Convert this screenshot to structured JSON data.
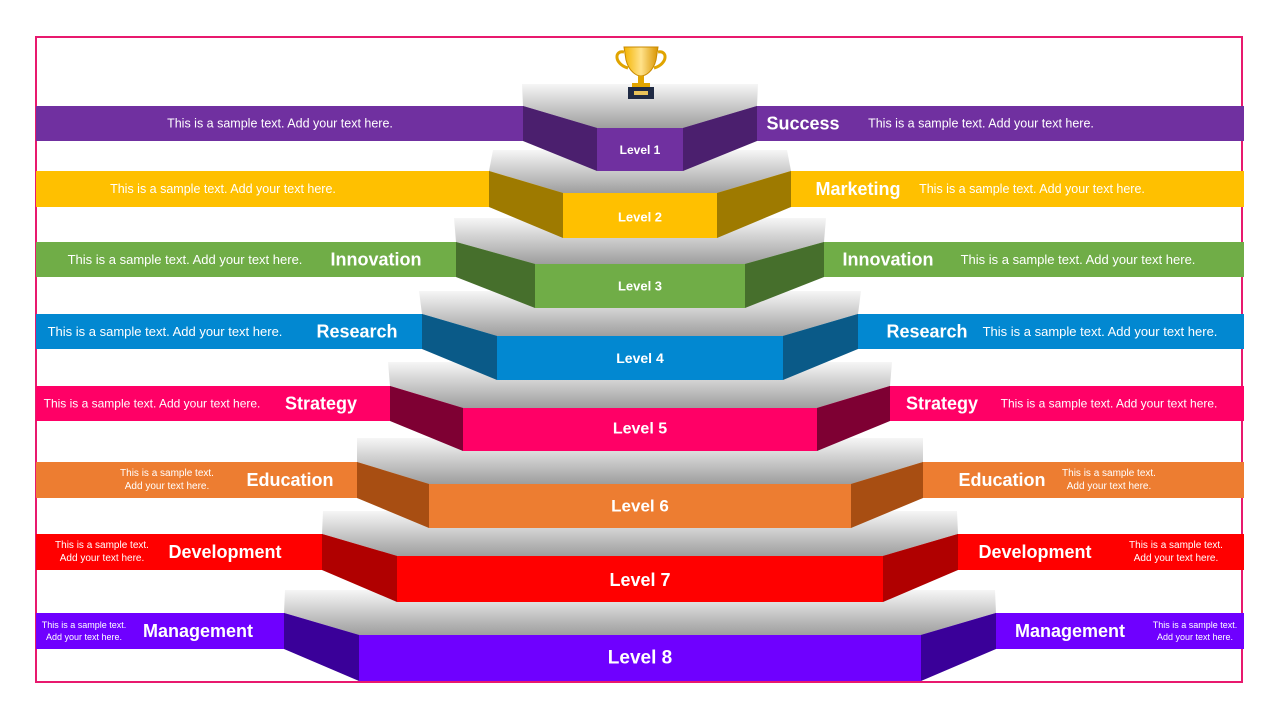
{
  "frame_color": "#E8196E",
  "icon": "trophy-icon",
  "levels": [
    {
      "level_label": "Level 1",
      "left_title": "",
      "left_text": "This is a sample text. Add your text here.",
      "right_title": "Success",
      "right_text": "This is a sample text. Add your text here.",
      "color": "#7030A0",
      "dark": "#4B1F6E"
    },
    {
      "level_label": "Level 2",
      "left_title": "",
      "left_text": "This is a sample text. Add your text here.",
      "right_title": "Marketing",
      "right_text": "This is a sample text. Add your text here.",
      "color": "#FFC000",
      "dark": "#9E7A00"
    },
    {
      "level_label": "Level 3",
      "left_title": "Innovation",
      "left_text": "This is a sample text. Add your text here.",
      "right_title": "Innovation",
      "right_text": "This is a sample text. Add your text here.",
      "color": "#70AD47",
      "dark": "#466F2C"
    },
    {
      "level_label": "Level 4",
      "left_title": "Research",
      "left_text": "This is a sample text. Add your text here.",
      "right_title": "Research",
      "right_text": "This is a sample text. Add your text here.",
      "color": "#0288D1",
      "dark": "#0A5A88"
    },
    {
      "level_label": "Level 5",
      "left_title": "Strategy",
      "left_text": "This is a sample text.  Add your text  here.",
      "right_title": "Strategy",
      "right_text": "This is a sample text.  Add your text  here.",
      "color": "#FF0066",
      "dark": "#7E0033"
    },
    {
      "level_label": "Level 6",
      "left_title": "Education",
      "left_text": "This is a sample text.\nAdd your text here.",
      "right_title": "Education",
      "right_text": "This is a sample text.\nAdd your text here.",
      "color": "#ED7D31",
      "dark": "#A84E12"
    },
    {
      "level_label": "Level 7",
      "left_title": "Development",
      "left_text": "This is a sample text.\nAdd your text here.",
      "right_title": "Development",
      "right_text": "This is a sample text.\nAdd your text here.",
      "color": "#FF0000",
      "dark": "#B00000"
    },
    {
      "level_label": "Level 8",
      "left_title": "Management",
      "left_text": "This is a sample text.\nAdd your text here.",
      "right_title": "Management",
      "right_text": "This is a sample text.\nAdd your text here.",
      "color": "#6F00FF",
      "dark": "#3A0099"
    }
  ]
}
